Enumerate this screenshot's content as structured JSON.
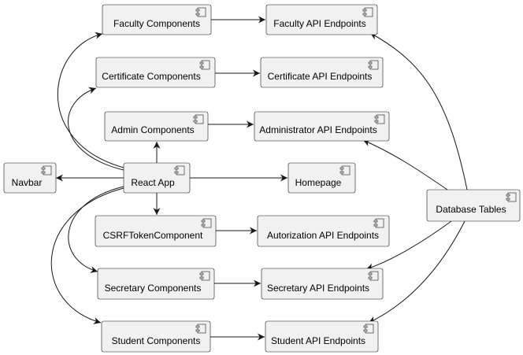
{
  "diagram": {
    "type": "uml-component",
    "colors": {
      "node_fill": "#f1f1f1",
      "node_stroke": "#181818",
      "edge": "#181818",
      "text": "#000000",
      "background": "#ffffff"
    },
    "nodes": {
      "react_app": "React App",
      "navbar": "Navbar",
      "homepage": "Homepage",
      "faculty_components": "Faculty Components",
      "certificate_components": "Certificate Components",
      "admin_components": "Admin Components",
      "csrf_token_component": "CSRFTokenComponent",
      "secretary_components": "Secretary Components",
      "student_components": "Student Components",
      "faculty_api": "Faculty API Endpoints",
      "certificate_api": "Certificate API Endpoints",
      "administrator_api": "Administrator API Endpoints",
      "autorization_api": "Autorization API Endpoints",
      "secretary_api": "Secretary API Endpoints",
      "student_api": "Student API Endpoints",
      "database_tables": "Database Tables"
    },
    "edges": [
      [
        "react_app",
        "navbar"
      ],
      [
        "react_app",
        "homepage"
      ],
      [
        "react_app",
        "faculty_components"
      ],
      [
        "react_app",
        "certificate_components"
      ],
      [
        "react_app",
        "admin_components"
      ],
      [
        "react_app",
        "csrf_token_component"
      ],
      [
        "react_app",
        "secretary_components"
      ],
      [
        "react_app",
        "student_components"
      ],
      [
        "faculty_components",
        "faculty_api"
      ],
      [
        "certificate_components",
        "certificate_api"
      ],
      [
        "admin_components",
        "administrator_api"
      ],
      [
        "csrf_token_component",
        "autorization_api"
      ],
      [
        "secretary_components",
        "secretary_api"
      ],
      [
        "student_components",
        "student_api"
      ],
      [
        "database_tables",
        "faculty_api"
      ],
      [
        "database_tables",
        "administrator_api"
      ],
      [
        "database_tables",
        "secretary_api"
      ],
      [
        "database_tables",
        "student_api"
      ]
    ]
  }
}
